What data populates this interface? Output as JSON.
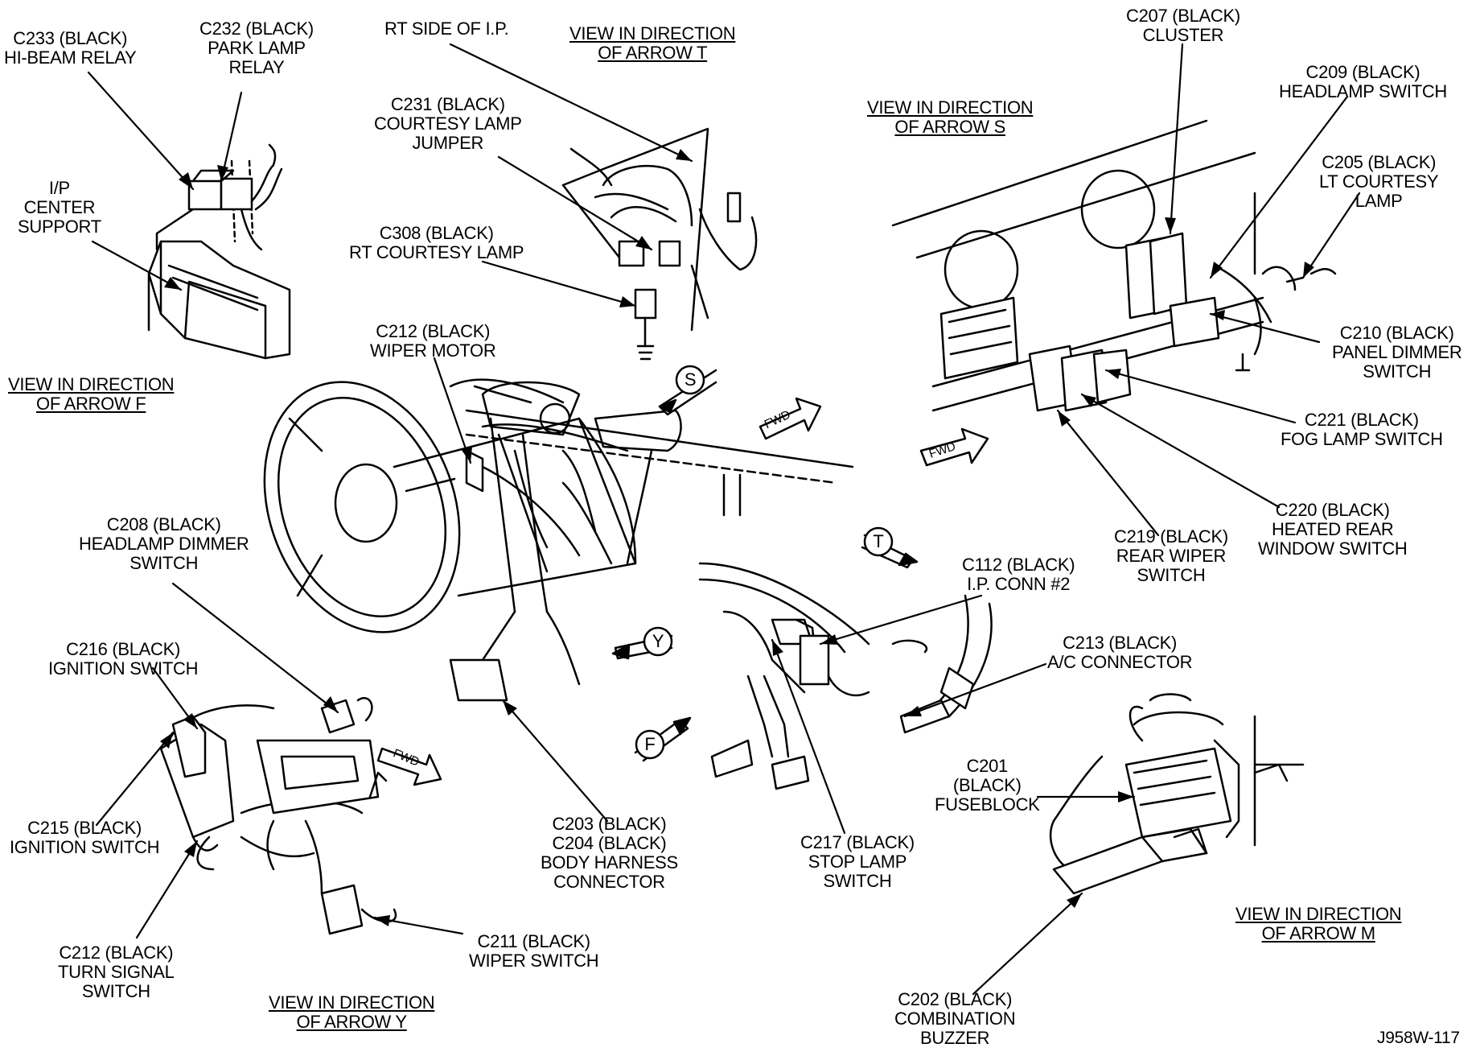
{
  "labels": {
    "c233": [
      "C233 (BLACK)",
      "HI-BEAM RELAY"
    ],
    "c232": [
      "C232 (BLACK)",
      "PARK LAMP",
      "RELAY"
    ],
    "ip_center": [
      "I/P",
      "CENTER",
      "SUPPORT"
    ],
    "view_f": [
      "VIEW IN DIRECTION",
      "OF ARROW F"
    ],
    "rt_side": [
      "RT SIDE OF I.P."
    ],
    "view_t": [
      "VIEW IN DIRECTION",
      "OF ARROW T"
    ],
    "c231": [
      "C231 (BLACK)",
      "COURTESY LAMP",
      "JUMPER"
    ],
    "c308": [
      "C308 (BLACK)",
      "RT COURTESY LAMP"
    ],
    "c212_wiper": [
      "C212 (BLACK)",
      "WIPER MOTOR"
    ],
    "c207": [
      "C207 (BLACK)",
      "CLUSTER"
    ],
    "view_s": [
      "VIEW IN DIRECTION",
      "OF ARROW S"
    ],
    "c209": [
      "C209 (BLACK)",
      "HEADLAMP SWITCH"
    ],
    "c205": [
      "C205 (BLACK)",
      "LT COURTESY",
      "LAMP"
    ],
    "c210": [
      "C210 (BLACK)",
      "PANEL DIMMER",
      "SWITCH"
    ],
    "c221": [
      "C221 (BLACK)",
      "FOG LAMP SWITCH"
    ],
    "c220": [
      "C220 (BLACK)",
      "HEATED REAR",
      "WINDOW SWITCH"
    ],
    "c219": [
      "C219 (BLACK)",
      "REAR WIPER",
      "SWITCH"
    ],
    "c112": [
      "C112 (BLACK)",
      "I.P. CONN #2"
    ],
    "c208": [
      "C208 (BLACK)",
      "HEADLAMP DIMMER",
      "SWITCH"
    ],
    "c216": [
      "C216 (BLACK)",
      "IGNITION SWITCH"
    ],
    "c215": [
      "C215 (BLACK)",
      "IGNITION SWITCH"
    ],
    "c212_turn": [
      "C212 (BLACK)",
      "TURN SIGNAL",
      "SWITCH"
    ],
    "c211": [
      "C211 (BLACK)",
      "WIPER SWITCH"
    ],
    "view_y": [
      "VIEW IN DIRECTION",
      "OF ARROW Y"
    ],
    "c203": [
      "C203  (BLACK)",
      "C204  (BLACK)",
      "BODY HARNESS",
      "CONNECTOR"
    ],
    "c217": [
      "C217 (BLACK)",
      "STOP LAMP",
      "SWITCH"
    ],
    "c213": [
      "C213 (BLACK)",
      "A/C CONNECTOR"
    ],
    "c201": [
      "C201",
      "(BLACK)",
      "FUSEBLOCK"
    ],
    "view_m": [
      "VIEW IN DIRECTION",
      "OF ARROW M"
    ],
    "c202": [
      "C202 (BLACK)",
      "COMBINATION",
      "BUZZER"
    ]
  },
  "arrow_letters": {
    "s": "S",
    "t": "T",
    "y": "Y",
    "f": "F"
  },
  "fwd_text": "FWD",
  "figure_code": "J958W-117"
}
